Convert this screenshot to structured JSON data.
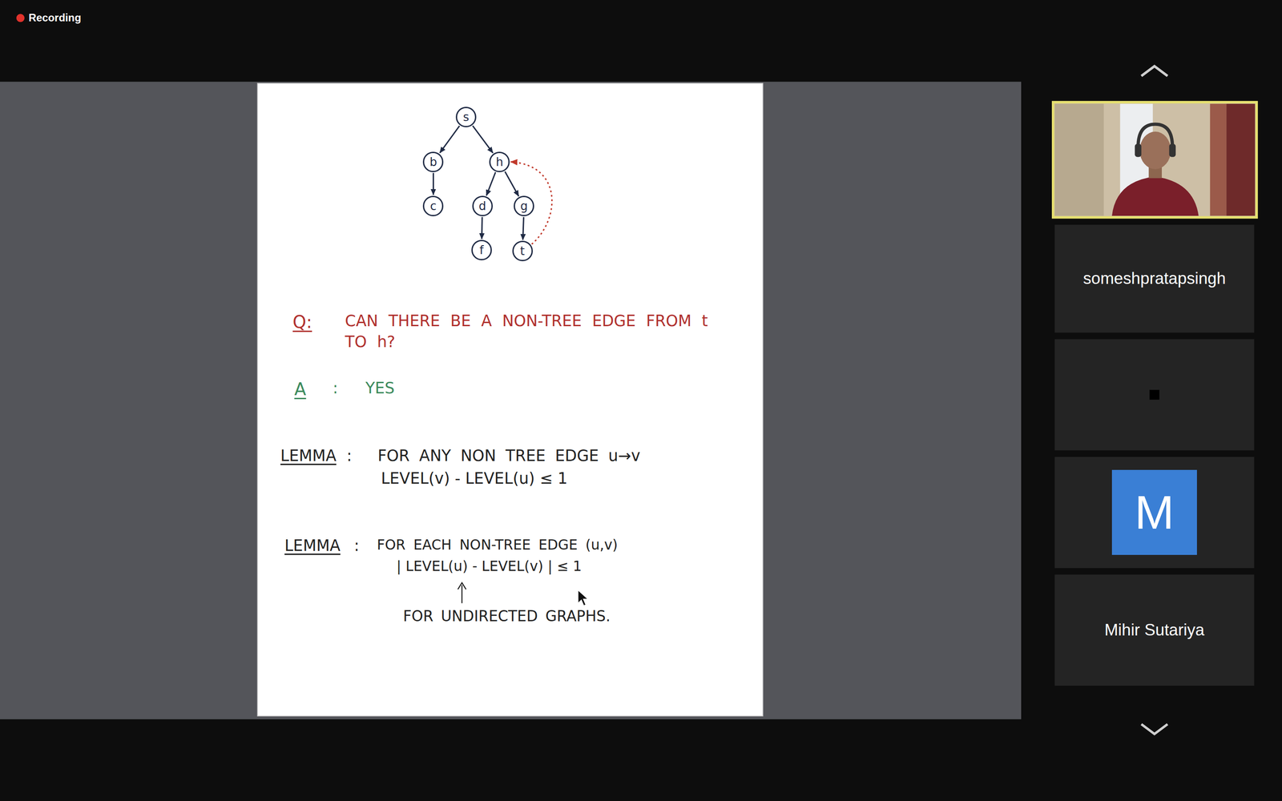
{
  "diagram": {
    "nodes": [
      {
        "text": [
          "s"
        ]
      },
      {
        "text": [
          "b"
        ]
      },
      {
        "text": [
          "h"
        ]
      },
      {
        "text": [
          "c"
        ]
      },
      {
        "text": [
          "d"
        ]
      },
      {
        "text": [
          "g"
        ]
      },
      {
        "text": [
          "f"
        ]
      },
      {
        "text": [
          "t"
        ]
      },
      {
        "text": [
          "someshpratapsingh"
        ]
      },
      {
        "text": [
          "M"
        ]
      },
      {
        "text": [
          "Mihir Sutariya"
        ]
      }
    ],
    "edges": [
      {
        "from": 0,
        "to": 1,
        "arrow": "to"
      },
      {
        "from": 0,
        "to": 2,
        "arrow": "to"
      },
      {
        "from": 1,
        "to": 3,
        "arrow": "to"
      },
      {
        "from": 2,
        "to": 4,
        "arrow": "to"
      },
      {
        "from": 2,
        "to": 5,
        "arrow": "to"
      },
      {
        "from": 4,
        "to": 6,
        "arrow": "to"
      },
      {
        "from": 5,
        "to": 7,
        "arrow": "to"
      },
      {
        "from": 7,
        "to": 2,
        "arrow": "to"
      }
    ],
    "labels": [
      "Recording",
      "Q:",
      "CAN THERE BE A NON-TREE EDGE FROM t TO h?",
      "A",
      ":",
      "YES",
      "LEMMA",
      ":",
      "FOR ANY NON TREE EDGE u→v",
      "LEVEL(v) - LEVEL(u) ≤ 1",
      "LEMMA",
      ":",
      "FOR EACH NON-TREE EDGE (u,v)",
      "| LEVEL(u) - LEVEL(v) | ≤ 1",
      "FOR UNDIRECTED GRAPHS."
    ]
  }
}
